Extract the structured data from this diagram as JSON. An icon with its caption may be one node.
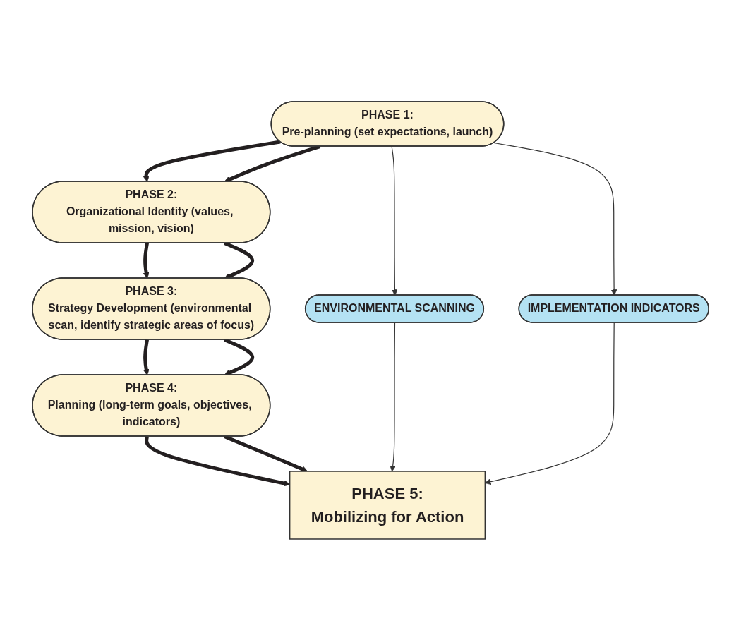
{
  "diagram": {
    "nodes": [
      {
        "text": [
          "PHASE 1:",
          "Pre-planning (set expectations, launch)"
        ]
      },
      {
        "text": [
          "PHASE 2:",
          "Organizational Identity (values, mission, vision)"
        ]
      },
      {
        "text": [
          "PHASE 3:",
          "Strategy Development (environmental scan, identify strategic areas of focus)"
        ]
      },
      {
        "text": [
          "PHASE 4:",
          "Planning (long-term goals, objectives, indicators)"
        ]
      },
      {
        "text": [
          "PHASE 5:",
          "Mobilizing for Action"
        ]
      },
      {
        "text": [
          "ENVIRONMENTAL SCANNING"
        ]
      },
      {
        "text": [
          "IMPLEMENTATION INDICATORS"
        ]
      }
    ],
    "edges": [
      {
        "from": 0,
        "to": 1,
        "arrow": "to"
      },
      {
        "from": 0,
        "to": 1,
        "arrow": "to"
      },
      {
        "from": 1,
        "to": 2,
        "arrow": "to"
      },
      {
        "from": 1,
        "to": 2,
        "arrow": "to"
      },
      {
        "from": 2,
        "to": 3,
        "arrow": "to"
      },
      {
        "from": 2,
        "to": 3,
        "arrow": "to"
      },
      {
        "from": 3,
        "to": 4,
        "arrow": "to"
      },
      {
        "from": 3,
        "to": 4,
        "arrow": "to"
      },
      {
        "from": 0,
        "to": 5,
        "arrow": "to"
      },
      {
        "from": 0,
        "to": 6,
        "arrow": "to"
      },
      {
        "from": 5,
        "to": 4,
        "arrow": "to"
      },
      {
        "from": 6,
        "to": 4,
        "arrow": "to"
      }
    ]
  }
}
